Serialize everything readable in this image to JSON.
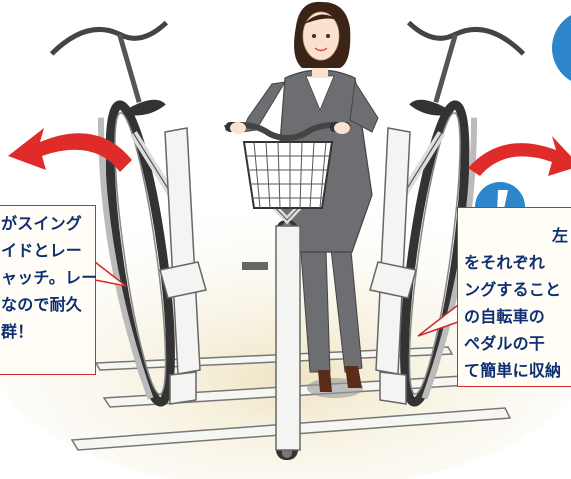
{
  "callouts": {
    "left": {
      "lines": [
        "がスイング",
        "イドとレー",
        "ャッチ。レー",
        "なので耐久",
        "群！"
      ]
    },
    "right": {
      "lines": [
        "左",
        "をそれぞれ",
        "ングすること",
        "の自転車の",
        "ペダルの干",
        "て簡単に収納"
      ]
    }
  },
  "colors": {
    "arrow": "#e02b2b",
    "callout_border": "#d12b2b",
    "callout_text": "#0e2f73",
    "badge": "#2c86c9",
    "suit": "#6d6e71",
    "frame": "#f4f4f2",
    "floor": "#eee6c8"
  }
}
